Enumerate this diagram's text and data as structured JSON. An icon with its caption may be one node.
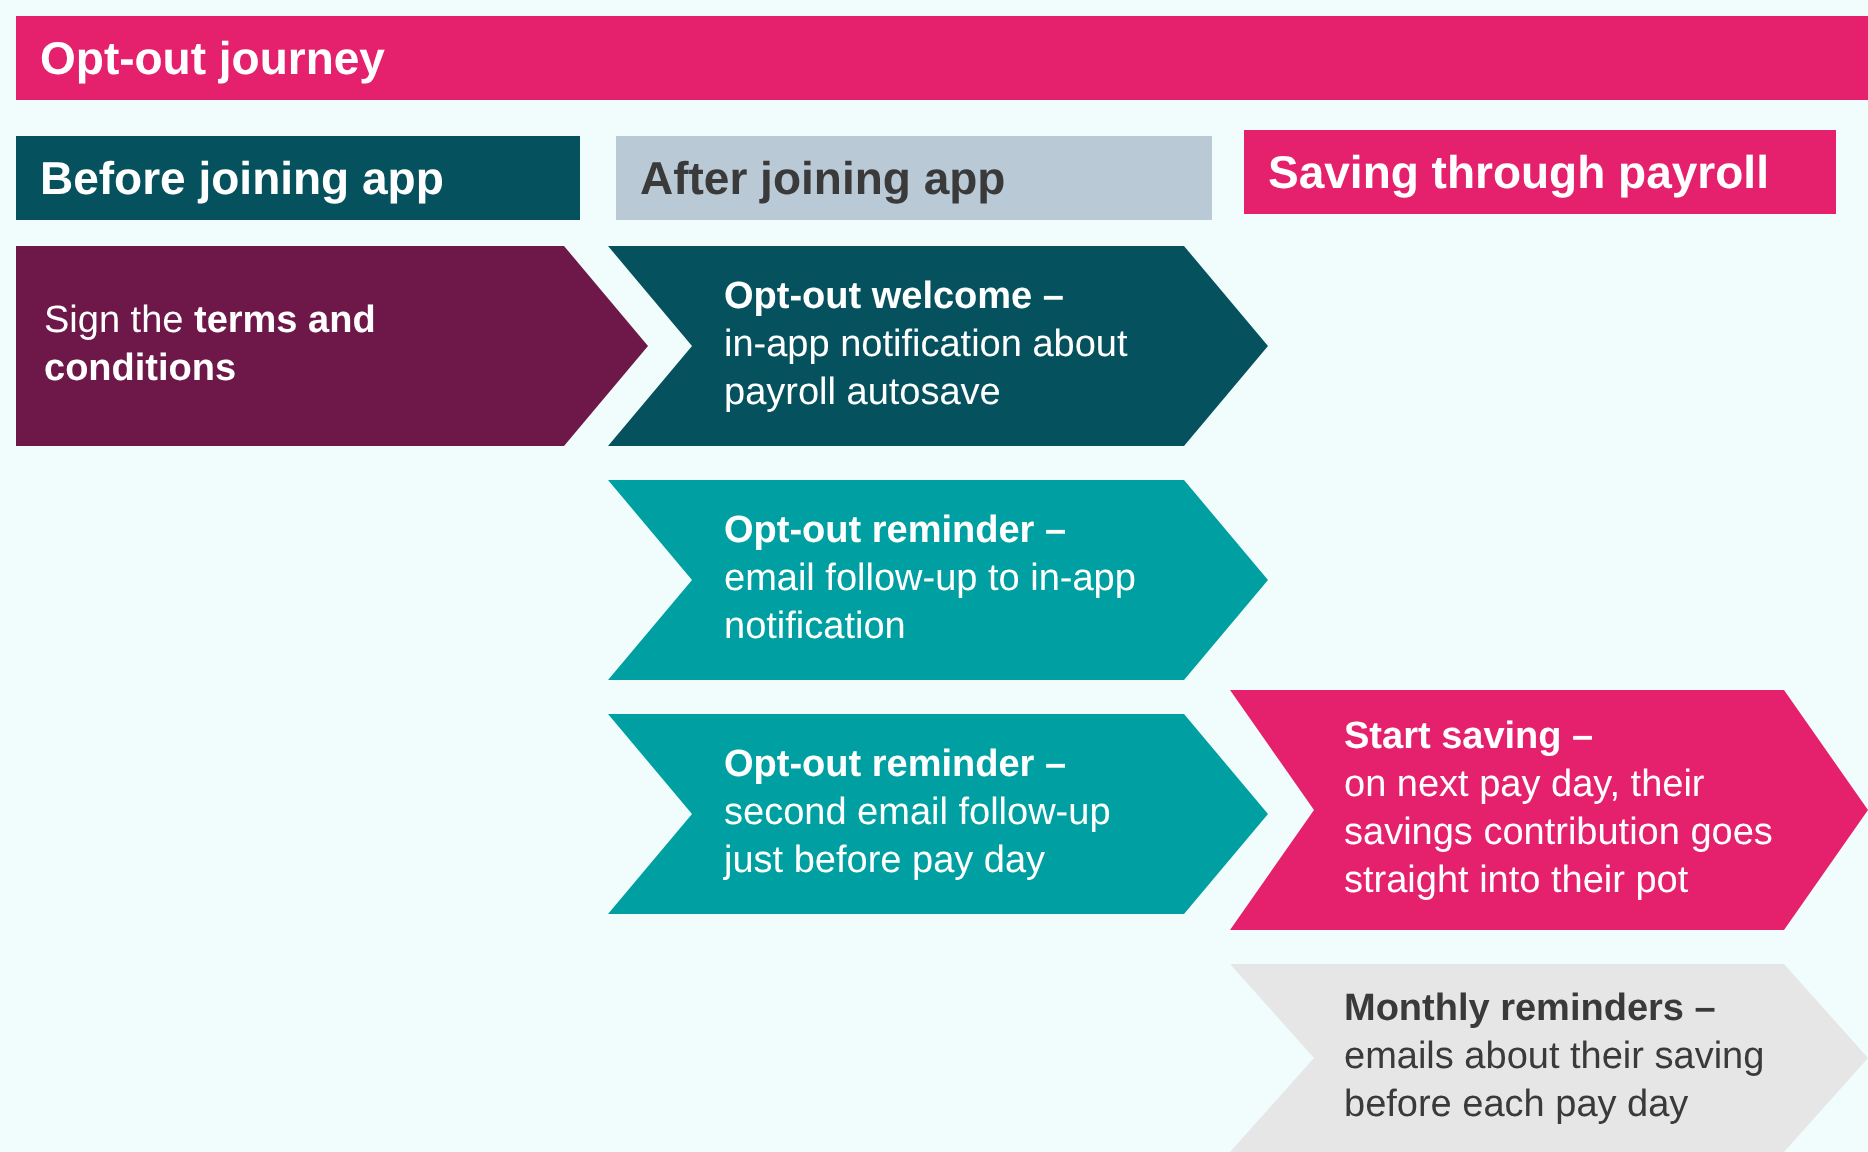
{
  "diagram": {
    "nodes": [
      {
        "text": [
          "Opt-out journey"
        ]
      },
      {
        "text": [
          "Before joining app"
        ]
      },
      {
        "text": [
          "After joining app"
        ]
      },
      {
        "text": [
          "Saving through payroll"
        ]
      },
      {
        "text": [
          "Sign the **terms and conditions**"
        ]
      },
      {
        "text": [
          "Opt-out welcome –",
          "in-app notification about payroll autosave"
        ]
      },
      {
        "text": [
          "Opt-out reminder –",
          "email follow-up to in-app notification"
        ]
      },
      {
        "text": [
          "Opt-out reminder –",
          "second email follow-up just before pay day"
        ]
      },
      {
        "text": [
          "Start saving –",
          "on next pay day, their savings contribution goes straight into their pot"
        ]
      },
      {
        "text": [
          "Monthly reminders –",
          "emails about their saving before each pay day"
        ]
      }
    ]
  }
}
